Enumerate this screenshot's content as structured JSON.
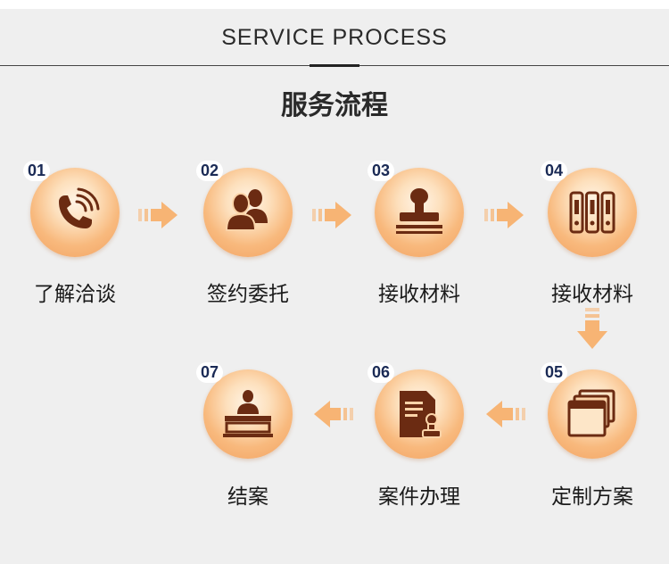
{
  "header": {
    "title_en": "SERVICE PROCESS",
    "title_cn": "服务流程"
  },
  "steps": [
    {
      "num": "01",
      "label": "了解洽谈",
      "icon": "phone-icon"
    },
    {
      "num": "02",
      "label": "签约委托",
      "icon": "people-icon"
    },
    {
      "num": "03",
      "label": "接收材料",
      "icon": "stamp-icon"
    },
    {
      "num": "04",
      "label": "接收材料",
      "icon": "binders-icon"
    },
    {
      "num": "05",
      "label": "定制方案",
      "icon": "documents-icon"
    },
    {
      "num": "06",
      "label": "案件办理",
      "icon": "document-seal-icon"
    },
    {
      "num": "07",
      "label": "结案",
      "icon": "desk-person-icon"
    }
  ],
  "colors": {
    "circle_center": "#fff4e6",
    "circle_edge": "#f2a160",
    "icon": "#6b2b12",
    "number": "#1a2a55",
    "arrow": "#f7b474"
  }
}
